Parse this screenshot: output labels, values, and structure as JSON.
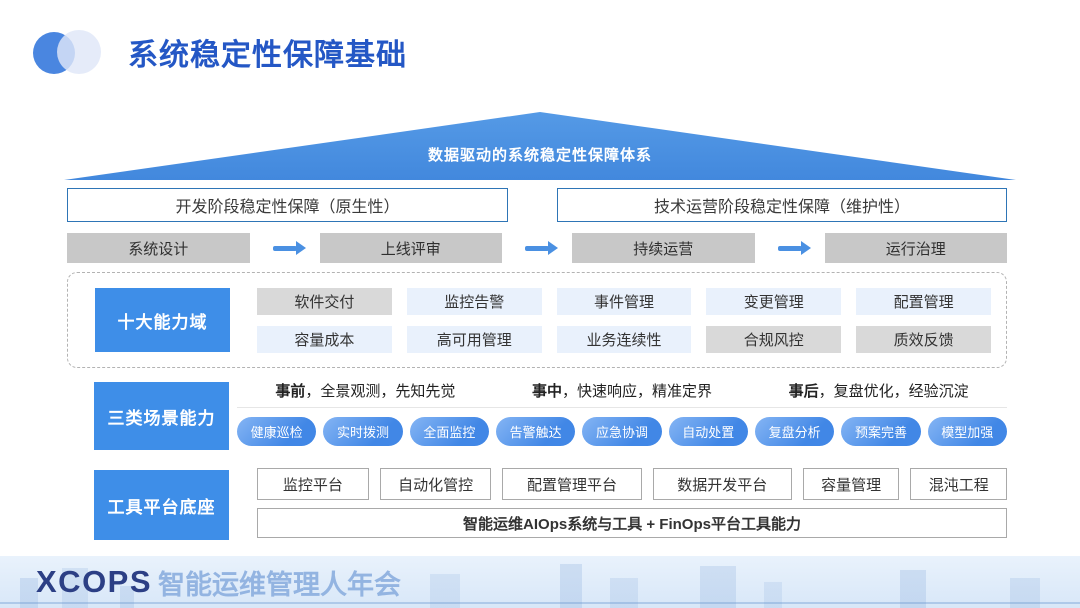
{
  "title": "系统稳定性保障基础",
  "roof": {
    "label": "数据驱动的系统稳定性保障体系"
  },
  "stages": [
    "开发阶段稳定性保障（原生性）",
    "技术运营阶段稳定性保障（维护性）"
  ],
  "flow": [
    "系统设计",
    "上线评审",
    "持续运营",
    "运行治理"
  ],
  "capability": {
    "label": "十大能力域",
    "items": [
      {
        "label": "软件交付",
        "variant": "gray"
      },
      {
        "label": "监控告警",
        "variant": "blue"
      },
      {
        "label": "事件管理",
        "variant": "blue"
      },
      {
        "label": "变更管理",
        "variant": "blue"
      },
      {
        "label": "配置管理",
        "variant": "blue"
      },
      {
        "label": "容量成本",
        "variant": "blue"
      },
      {
        "label": "高可用管理",
        "variant": "blue"
      },
      {
        "label": "业务连续性",
        "variant": "blue"
      },
      {
        "label": "合规风控",
        "variant": "gray"
      },
      {
        "label": "质效反馈",
        "variant": "gray"
      }
    ]
  },
  "scenes": {
    "label": "三类场景能力",
    "headers": [
      {
        "prefix": "事前",
        "rest": "，全景观测，先知先觉"
      },
      {
        "prefix": "事中",
        "rest": "，快速响应，精准定界"
      },
      {
        "prefix": "事后",
        "rest": "，复盘优化，经验沉淀"
      }
    ],
    "pills": [
      "健康巡检",
      "实时拨测",
      "全面监控",
      "告警触达",
      "应急协调",
      "自动处置",
      "复盘分析",
      "预案完善",
      "模型加强"
    ]
  },
  "tools": {
    "label": "工具平台底座",
    "items": [
      "监控平台",
      "自动化管控",
      "配置管理平台",
      "数据开发平台",
      "容量管理",
      "混沌工程"
    ],
    "base": "智能运维AIOps系统与工具 + FinOps平台工具能力"
  },
  "footer": {
    "brand": "XCOPS",
    "brand_suffix": "智能运维管理人年会"
  },
  "icons": {
    "logo": "two-overlapping-circles",
    "flow_arrow": "right-arrow"
  },
  "colors": {
    "title_blue": "#2457c5",
    "roof_blue": "#4a90e2",
    "label_blue": "#3e8ee8",
    "light_blue_box": "#e9f1fc",
    "gray_box": "#d9d9d9",
    "flow_gray": "#c8c8c8",
    "stage_border": "#2e75b6",
    "arrow_blue": "#4a90e2",
    "pill_gradient_start": "#85b5f4",
    "pill_gradient_end": "#4187e6",
    "footer_bg": "#dce9f8",
    "brand_navy": "#2c3f85",
    "brand_light_blue": "#93b4e1"
  }
}
